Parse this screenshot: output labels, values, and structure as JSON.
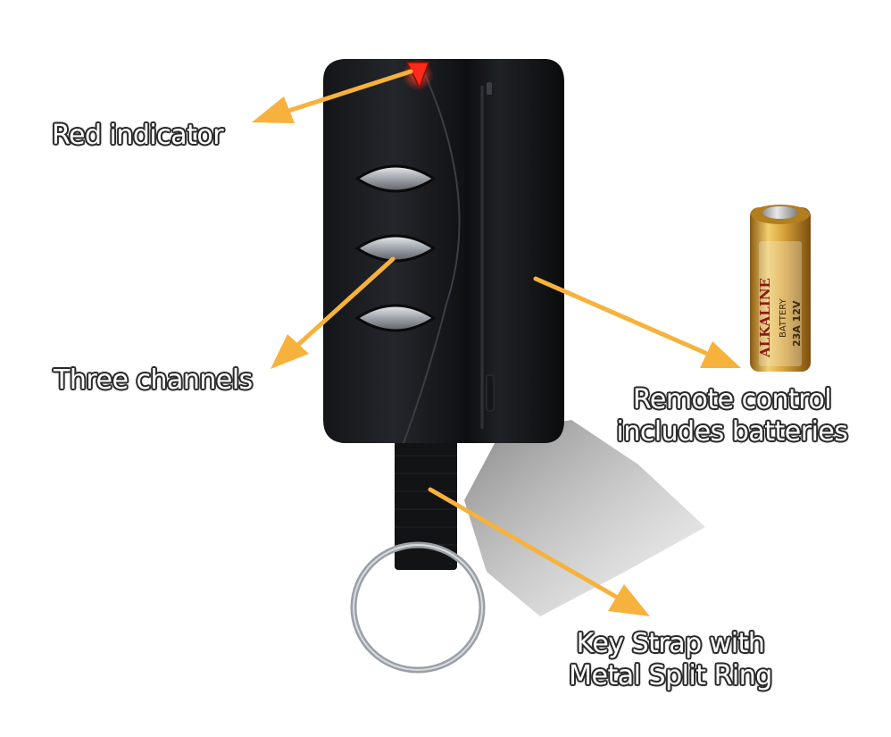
{
  "callouts": {
    "red_indicator": "Red indicator",
    "three_channels": "Three channels",
    "batteries_line1": "Remote control",
    "batteries_line2": "includes batteries",
    "strap_line1": "Key Strap with",
    "strap_line2": "Metal Split Ring"
  },
  "battery": {
    "brand": "ALKALINE",
    "label": "BATTERY",
    "model": "23A 12V"
  },
  "colors": {
    "arrow": "#f6b23c",
    "indicator": "#ff2a1a",
    "remote_body": "#1c1e22",
    "battery_gold": "#d9a33a"
  }
}
